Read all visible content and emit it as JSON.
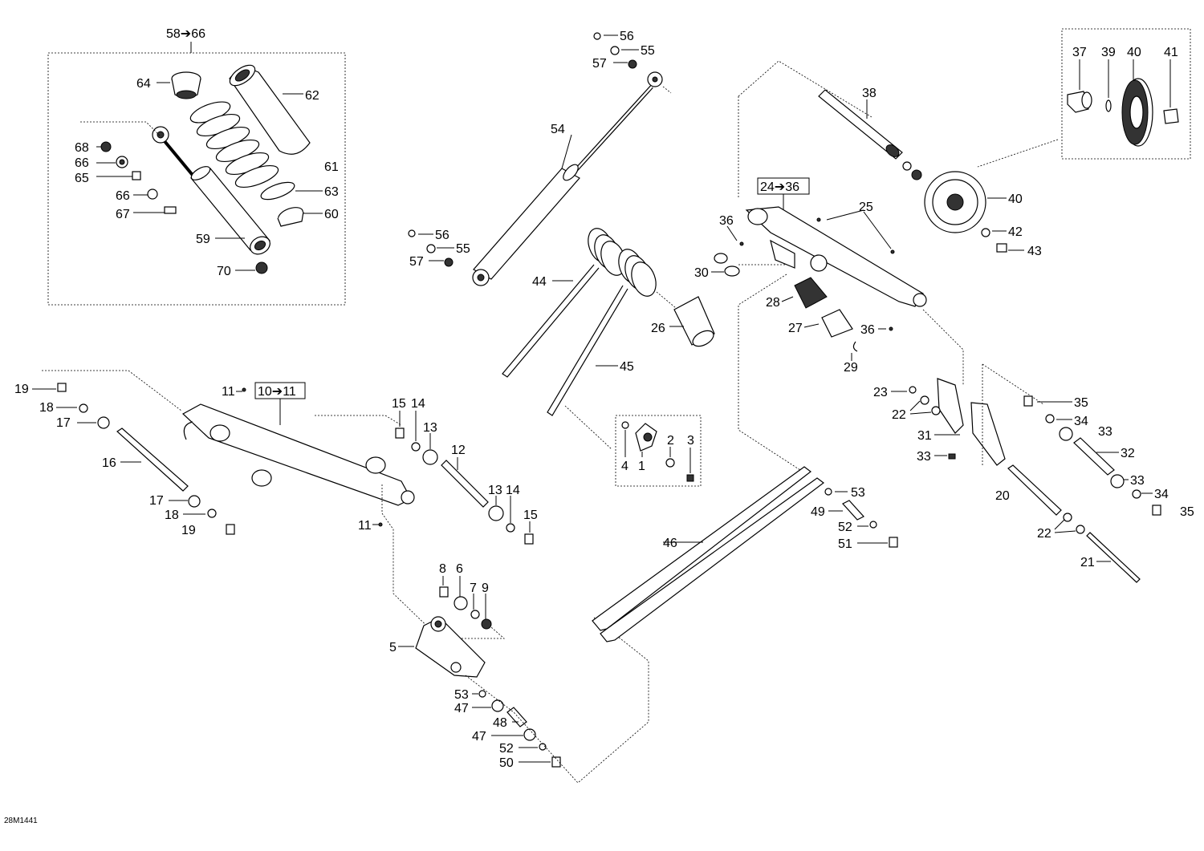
{
  "drawing_code": "28M1441",
  "group_labels": {
    "shock_group": "58➔66",
    "front_arm_group": "10➔11",
    "rear_arm_group": "24➔36"
  },
  "callouts": {
    "c56a": "56",
    "c55a": "55",
    "c57a": "57",
    "c54": "54",
    "c56b": "56",
    "c55b": "55",
    "c57b": "57",
    "c44": "44",
    "c45": "45",
    "c26": "26",
    "c4": "4",
    "c1": "1",
    "c2": "2",
    "c3": "3",
    "c64": "64",
    "c62": "62",
    "c68": "68",
    "c66a": "66",
    "c65": "65",
    "c66b": "66",
    "c67": "67",
    "c61": "61",
    "c63": "63",
    "c60": "60",
    "c59": "59",
    "c70": "70",
    "c38": "38",
    "c37": "37",
    "c39": "39",
    "c40a": "40",
    "c41": "41",
    "c40b": "40",
    "c42": "42",
    "c43": "43",
    "c36a": "36",
    "c25": "25",
    "c30": "30",
    "c28": "28",
    "c27": "27",
    "c36b": "36",
    "c29": "29",
    "c19a": "19",
    "c18a": "18",
    "c17a": "17",
    "c16": "16",
    "c17b": "17",
    "c18b": "18",
    "c19b": "19",
    "c11a": "11",
    "c11b": "11",
    "c15a": "15",
    "c14a": "14",
    "c13a": "13",
    "c12": "12",
    "c13b": "13",
    "c14b": "14",
    "c15b": "15",
    "c8": "8",
    "c6": "6",
    "c7": "7",
    "c9": "9",
    "c5": "5",
    "c53a": "53",
    "c47a": "47",
    "c48": "48",
    "c47b": "47",
    "c52a": "52",
    "c50": "50",
    "c46": "46",
    "c53b": "53",
    "c49": "49",
    "c52b": "52",
    "c51": "51",
    "c23": "23",
    "c22a": "22",
    "c31": "31",
    "c33a": "33",
    "c20": "20",
    "c22b": "22",
    "c21": "21",
    "c35a": "35",
    "c34a": "34",
    "c33b": "33",
    "c32": "32",
    "c33c": "33",
    "c34b": "34",
    "c35b": "35"
  }
}
